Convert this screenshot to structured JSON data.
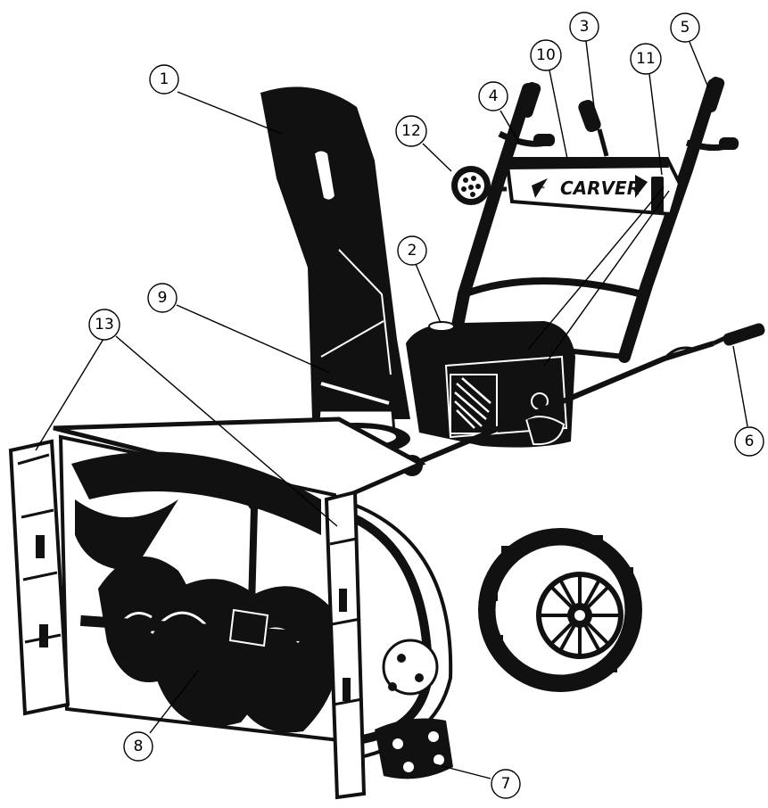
{
  "diagram": {
    "brand_text": "CARVER",
    "brand_prefix": "=",
    "colors": {
      "ink": "#111111",
      "paper": "#ffffff",
      "line": "#000000"
    },
    "callouts": [
      {
        "id": "c1",
        "label": "1"
      },
      {
        "id": "c2",
        "label": "2"
      },
      {
        "id": "c3",
        "label": "3"
      },
      {
        "id": "c4",
        "label": "4"
      },
      {
        "id": "c5",
        "label": "5"
      },
      {
        "id": "c6",
        "label": "6"
      },
      {
        "id": "c7",
        "label": "7"
      },
      {
        "id": "c8",
        "label": "8"
      },
      {
        "id": "c9",
        "label": "9"
      },
      {
        "id": "c10",
        "label": "10"
      },
      {
        "id": "c11",
        "label": "11"
      },
      {
        "id": "c12",
        "label": "12"
      },
      {
        "id": "c13",
        "label": "13"
      }
    ]
  }
}
